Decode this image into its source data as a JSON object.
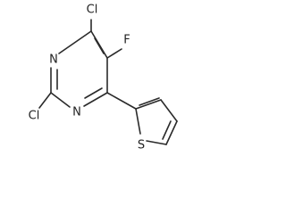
{
  "molecule": {
    "atoms": {
      "cl_top": "Cl",
      "f": "F",
      "n_upper": "N",
      "n_lower": "N",
      "cl_bottom": "Cl",
      "s": "S"
    }
  }
}
